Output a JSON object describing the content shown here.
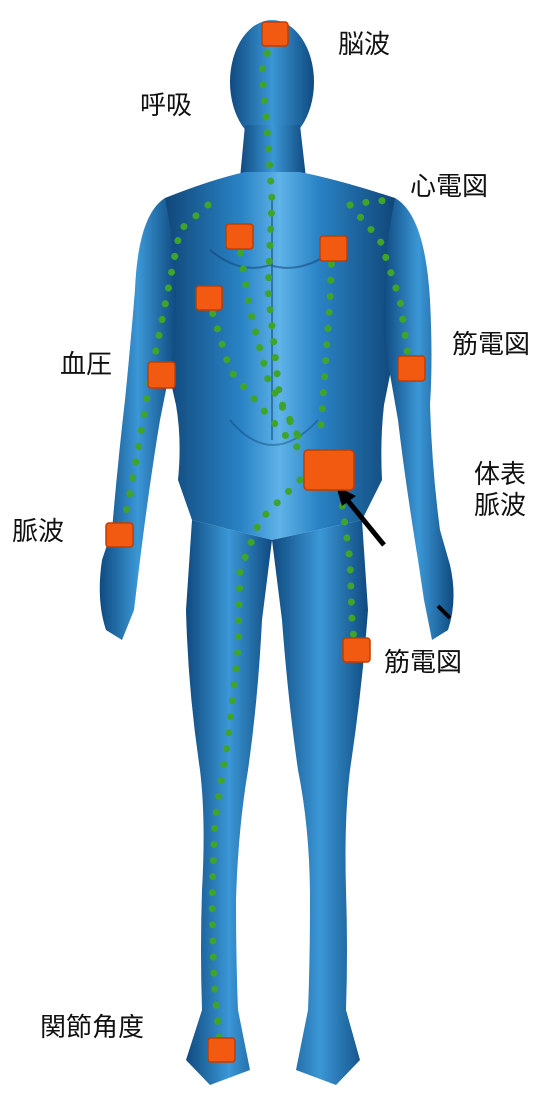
{
  "labels": {
    "eeg": "脳波",
    "respiration": "呼吸",
    "ecg": "心電図",
    "emg_arm": "筋電図",
    "blood_pressure": "血圧",
    "surface_pulse_line1": "体表",
    "surface_pulse_line2": "脈波",
    "pulse_wave": "脈波",
    "emg_leg": "筋電図",
    "joint_angle": "関節角度"
  },
  "colors": {
    "body": "#1f6fb0",
    "body_highlight": "#5fb3e8",
    "body_shadow": "#0d3f70",
    "sensor": "#f25a12",
    "sensor_border": "#c23c00",
    "wire_dots": "#3fa52a",
    "arrow": "#000000"
  }
}
